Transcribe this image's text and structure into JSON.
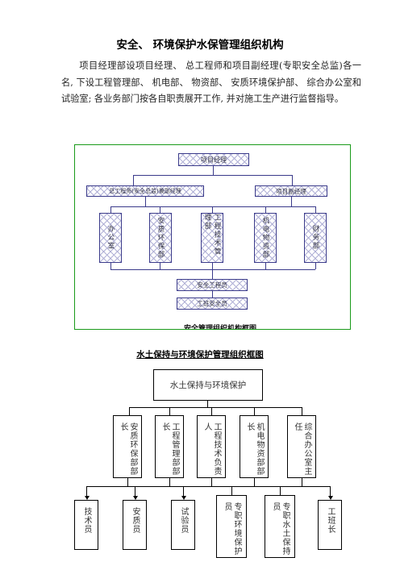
{
  "heading": "安全、 环境保护水保管理组织机构",
  "paragraph": "项目经理部设项目经理、 总工程师和项目副经理(专职安全总监)各一名, 下设工程管理部、 机电部、 物资部、 安质环境保护部、 综合办公室和试验室; 各业务部门按各自职责展开工作, 并对施工生产进行监督指导。",
  "chart1": {
    "top": "项目经理",
    "level2": [
      "总工程师(安全总监)兼副经理",
      "项目副经理"
    ],
    "depts": [
      "办公室",
      "安质环保部",
      "工程技术管理部",
      "机电物资部",
      "财务部"
    ],
    "bottom1": "安全工程员",
    "bottom2": "工班安全员",
    "caption": "安全管理组织机构框图"
  },
  "chart2": {
    "title": "水土保持与环境保护管理组织框图",
    "top": "水土保持与环境保护",
    "level2": [
      "安质环保部部长",
      "工程管理部部长",
      "工程技术负责人",
      "机电物资部部长",
      "综合办公室主任"
    ],
    "level3": [
      "技术员",
      "安质员",
      "试验员",
      "专职环境保护员",
      "专职水土保持员",
      "工班长"
    ]
  }
}
